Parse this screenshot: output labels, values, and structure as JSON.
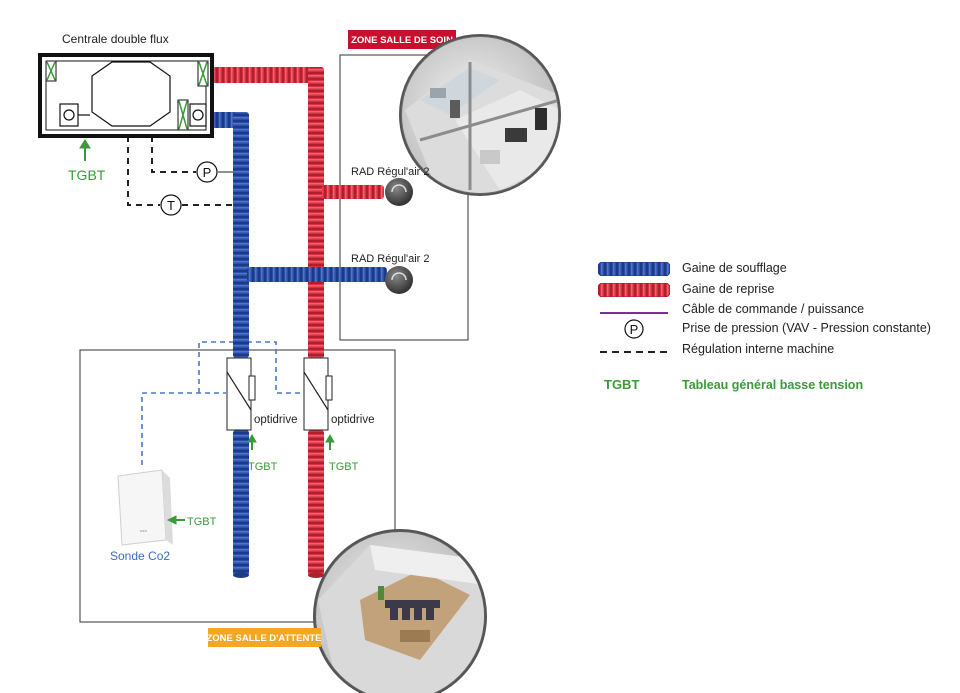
{
  "central_unit": {
    "title": "Centrale double flux"
  },
  "zones": {
    "care_room": {
      "label": "ZONE SALLE DE SOIN",
      "color": "#c8102e"
    },
    "waiting_room": {
      "label": "ZONE SALLE D'ATTENTE",
      "color": "#f5a623"
    }
  },
  "devices": {
    "rad_upper": "RAD Régul'air 2",
    "rad_lower": "RAD Régul'air 2",
    "optidrive_supply": "optidrive",
    "optidrive_return": "optidrive",
    "co2_sensor": "Sonde Co2",
    "pressure_symbol": "P",
    "temperature_symbol": "T"
  },
  "power_labels": {
    "central": "TGBT",
    "optidrive_supply": "TGBT",
    "optidrive_return": "TGBT",
    "co2_sensor": "TGBT"
  },
  "legend": {
    "items": [
      {
        "label": "Gaine de soufflage"
      },
      {
        "label": "Gaine de reprise"
      },
      {
        "label": "Câble de commande / puissance"
      },
      {
        "label": "Prise de pression (VAV - Pression constante)",
        "symbol": "P"
      },
      {
        "label": "Régulation interne machine"
      }
    ],
    "tgbt": {
      "abbr": "TGBT",
      "text": "Tableau général basse tension"
    }
  },
  "colors": {
    "supply_duct": "#2b4fa8",
    "return_duct": "#d9303f",
    "control_cable": "#7b2d9e",
    "tgbt_green": "#3a9a3a",
    "regulation_dash": "#4a78c8"
  }
}
